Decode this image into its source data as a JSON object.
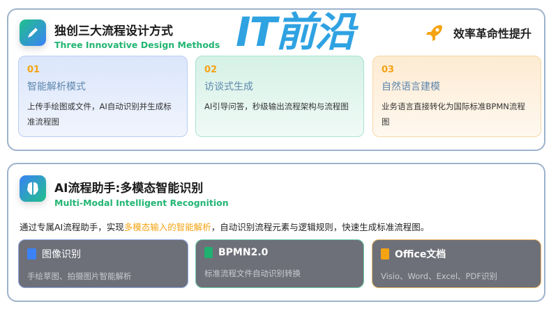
{
  "section1": {
    "title": "独创三大流程设计方式",
    "subtitle": "Three Innovative Design Methods",
    "badge": "效率革命性提升",
    "cards": [
      {
        "num": "01",
        "title": "智能解析模式",
        "desc": "上传手绘图或文件，AI自动识别并生成标准流程图"
      },
      {
        "num": "02",
        "title": "访谈式生成",
        "desc": "AI引导问答，秒级输出流程架构与流程图"
      },
      {
        "num": "03",
        "title": "自然语言建模",
        "desc": "业务语言直接转化为国际标准BPMN流程图"
      }
    ]
  },
  "section2": {
    "title": "AI流程助手:多模态智能识别",
    "subtitle": "Multi-Modal Intelligent Recognition",
    "intro_pre": "通过专属AI流程助手，实现",
    "intro_hl": "多模态输入的智能解析",
    "intro_post": "，自动识别流程元素与逻辑规则，快速生成标准流程图。",
    "features": [
      {
        "title": "图像识别",
        "desc": "手绘草图、拍摄图片智能解析"
      },
      {
        "title": "BPMN2.0",
        "desc": "标准流程文件自动识别转换"
      },
      {
        "title": "Office文档",
        "desc": "Visio、Word、Excel、PDF识别"
      }
    ]
  },
  "watermark": "IT前沿"
}
